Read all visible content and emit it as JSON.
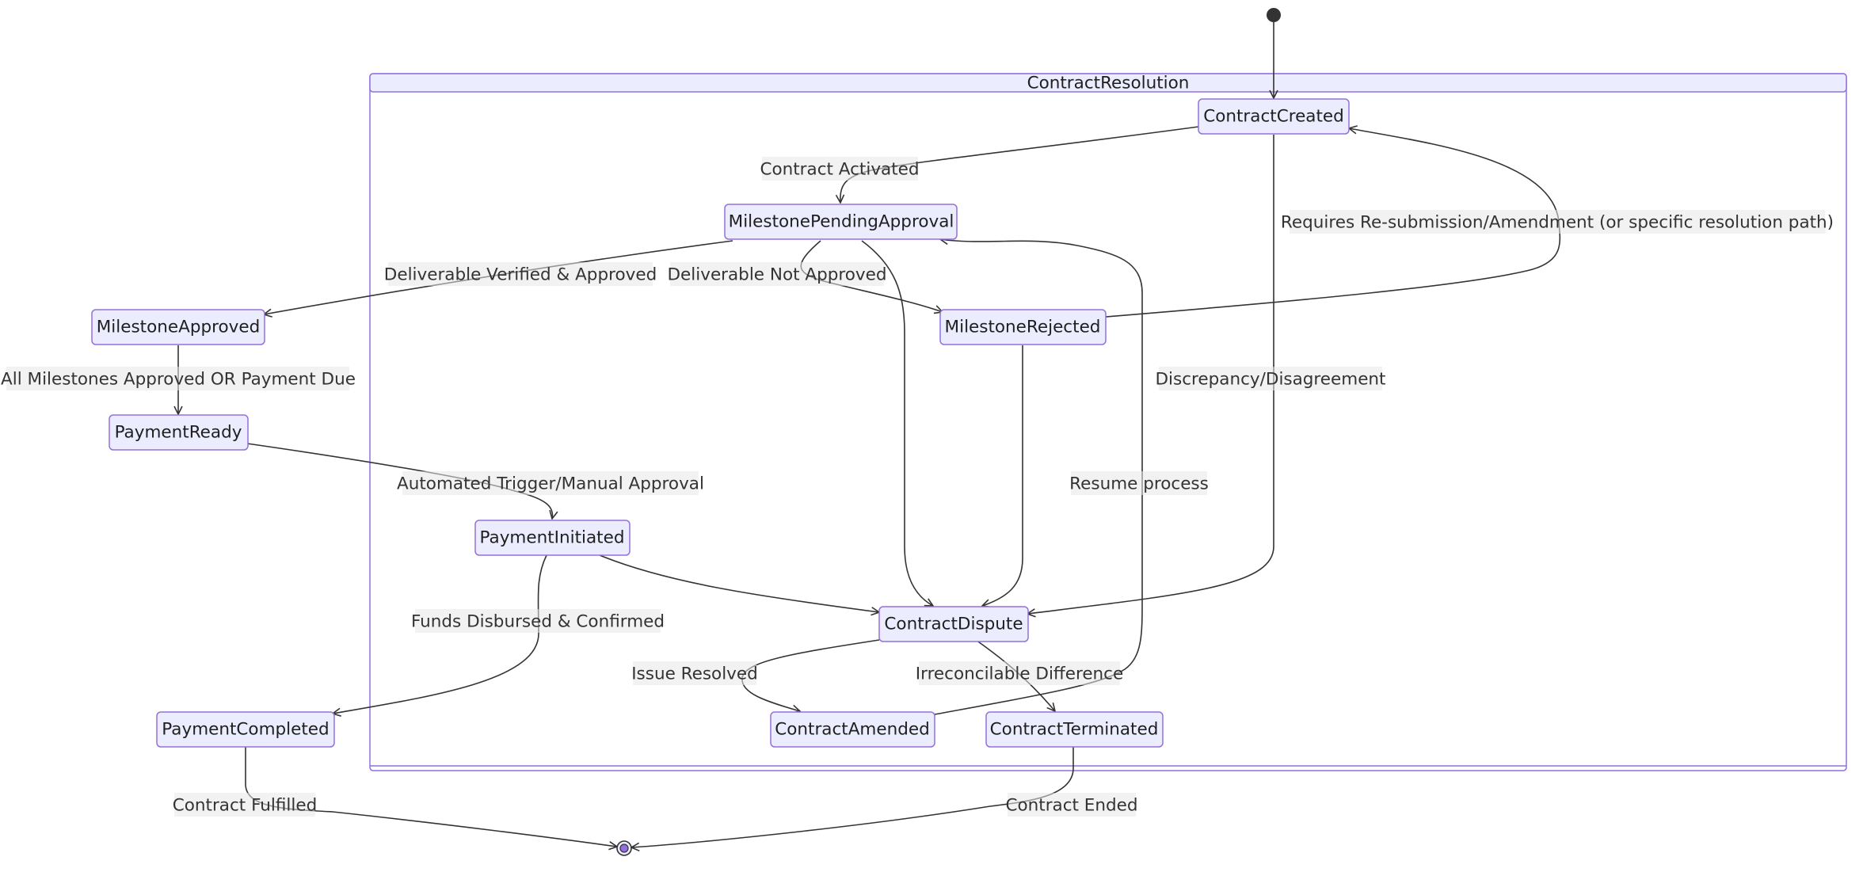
{
  "cluster": {
    "title": "ContractResolution"
  },
  "states": {
    "contract_created": "ContractCreated",
    "milestone_pending_approval": "MilestonePendingApproval",
    "milestone_approved": "MilestoneApproved",
    "milestone_rejected": "MilestoneRejected",
    "payment_ready": "PaymentReady",
    "payment_initiated": "PaymentInitiated",
    "contract_dispute": "ContractDispute",
    "payment_completed": "PaymentCompleted",
    "contract_amended": "ContractAmended",
    "contract_terminated": "ContractTerminated"
  },
  "transitions": {
    "contract_activated": "Contract Activated",
    "requires_resubmission": "Requires Re-submission/Amendment (or specific resolution path)",
    "deliverable_verified": "Deliverable Verified & Approved",
    "deliverable_not_approved": "Deliverable Not Approved",
    "all_milestones_approved": "All Milestones Approved OR Payment Due",
    "discrepancy": "Discrepancy/Disagreement",
    "automated_trigger": "Automated Trigger/Manual Approval",
    "resume_process": "Resume process",
    "funds_disbursed": "Funds Disbursed & Confirmed",
    "issue_resolved": "Issue Resolved",
    "irreconcilable": "Irreconcilable Difference",
    "contract_fulfilled": "Contract Fulfilled",
    "contract_ended": "Contract Ended"
  },
  "colors": {
    "state_fill": "#ECECFF",
    "state_border": "#9370DB",
    "edge": "#333333",
    "label_background": "#e8e8e8",
    "final_state_core": "#9370DB"
  }
}
